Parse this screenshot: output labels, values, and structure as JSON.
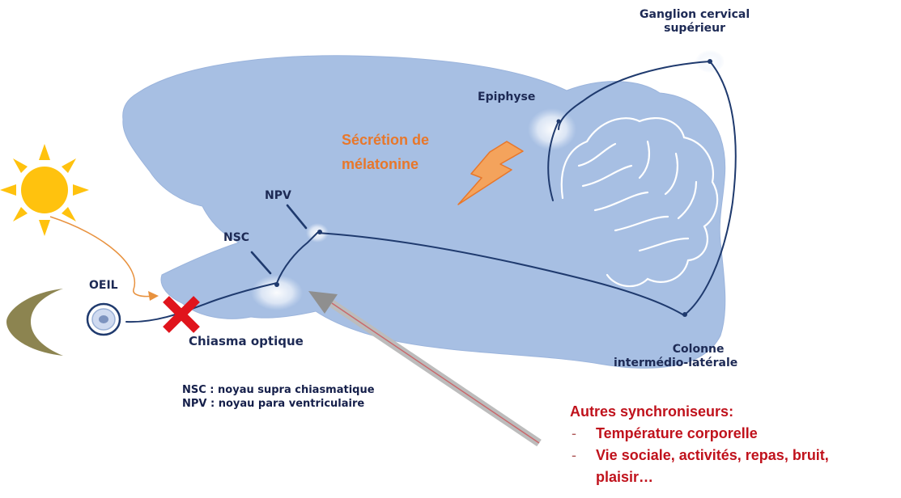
{
  "labels": {
    "ganglion_line1": "Ganglion cervical",
    "ganglion_line2": "supérieur",
    "epiphyse": "Epiphyse",
    "secretion_line1": "Sécrétion de",
    "secretion_line2": "mélatonine",
    "npv": "NPV",
    "nsc": "NSC",
    "oeil": "OEIL",
    "chiasma": "Chiasma optique",
    "colonne_line1": "Colonne",
    "colonne_line2": "intermédio-latérale"
  },
  "legend": {
    "nsc": "NSC : noyau supra chiasmatique",
    "npv": "NPV : noyau para ventriculaire"
  },
  "synchronizers": {
    "title": "Autres synchroniseurs:",
    "items": [
      {
        "dash": "-",
        "line1": "Température corporelle",
        "line2": ""
      },
      {
        "dash": "-",
        "line1": "Vie sociale, activités, repas, bruit,",
        "line2": "plaisir…"
      }
    ]
  },
  "colors": {
    "brain_fill": "#a7bfe3",
    "pathway": "#1f3a6e",
    "sun": "#ffc20e",
    "moon": "#8c8450",
    "orange_text": "#e8772a",
    "red_text": "#c0121c",
    "cross": "#e0141c"
  },
  "icons": [
    "sun-icon",
    "moon-icon",
    "eye-icon",
    "cross-icon",
    "lightning-icon"
  ]
}
